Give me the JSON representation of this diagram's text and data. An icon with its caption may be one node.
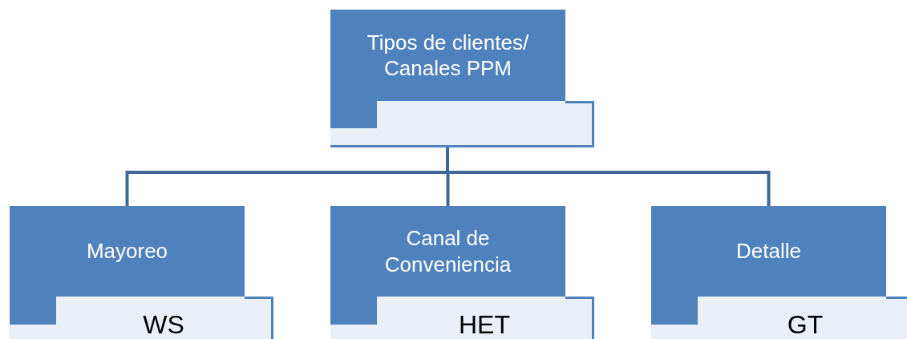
{
  "diagram": {
    "nodes": [
      {
        "text": [
          "Tipos de clientes/ Canales PPM"
        ]
      },
      {
        "text": [],
        "shape": "box"
      },
      {
        "text": [
          "Mayoreo"
        ]
      },
      {
        "text": [
          "WS"
        ]
      },
      {
        "text": [
          "Canal de Conveniencia"
        ]
      },
      {
        "text": [
          "HET"
        ]
      },
      {
        "text": [
          "Detalle"
        ]
      },
      {
        "text": [
          "GT"
        ]
      }
    ],
    "edges": [
      {
        "from": 1,
        "to": 2,
        "arrow": "none"
      },
      {
        "from": 1,
        "to": 4,
        "arrow": "none"
      },
      {
        "from": 1,
        "to": 6,
        "arrow": "none"
      }
    ]
  }
}
